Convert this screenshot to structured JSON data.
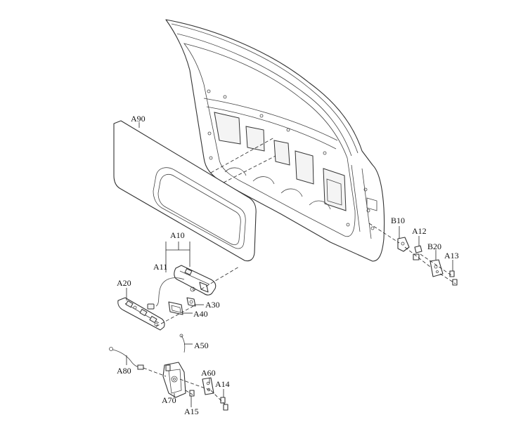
{
  "labels": {
    "a90": "A90",
    "a10": "A10",
    "a11": "A11",
    "a20": "A20",
    "a30": "A30",
    "a40": "A40",
    "a50": "A50",
    "a80": "A80",
    "a60": "A60",
    "a14": "A14",
    "a70": "A70",
    "a15": "A15",
    "b10": "B10",
    "a12": "A12",
    "b20": "B20",
    "a13": "A13"
  }
}
